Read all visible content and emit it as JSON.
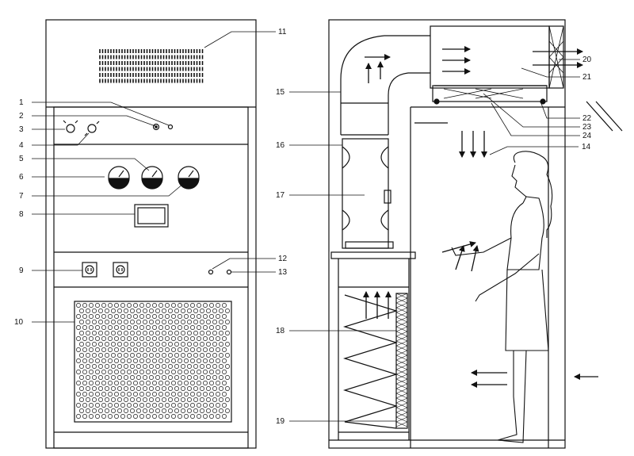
{
  "labels": {
    "l1": "1",
    "l2": "2",
    "l3": "3",
    "l4": "4",
    "l5": "5",
    "l6": "6",
    "l7": "7",
    "l8": "8",
    "l9": "9",
    "l10": "10",
    "l11": "11",
    "l12": "12",
    "l13": "13",
    "l14": "14",
    "l15": "15",
    "l16": "16",
    "l17": "17",
    "l18": "18",
    "l19": "19",
    "l20": "20",
    "l21": "21",
    "l22": "22",
    "l23": "23",
    "l24": "24"
  },
  "colors": {
    "line": "#111111",
    "background": "#ffffff"
  }
}
